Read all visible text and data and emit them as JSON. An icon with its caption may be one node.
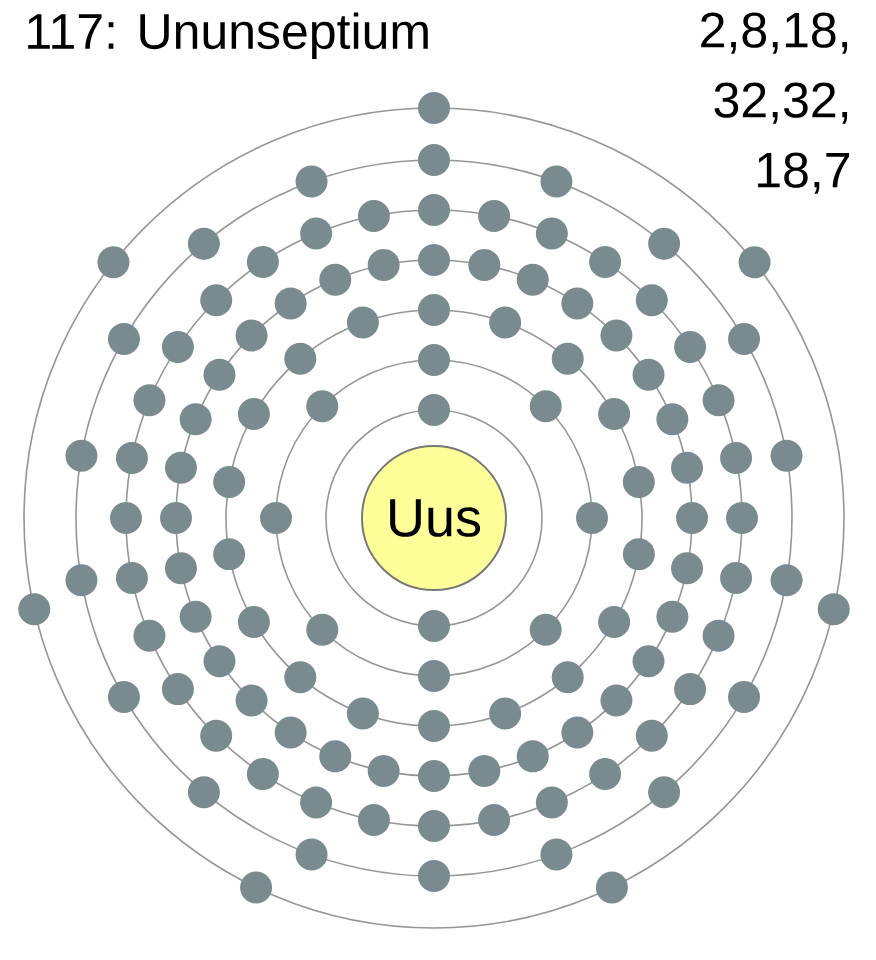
{
  "diagram": {
    "title": "117: Ununseptium",
    "nodes": [
      {
        "text": [
          "Uus"
        ]
      }
    ],
    "labels": [
      "2,8,18, 32,32, 18,7"
    ]
  }
}
